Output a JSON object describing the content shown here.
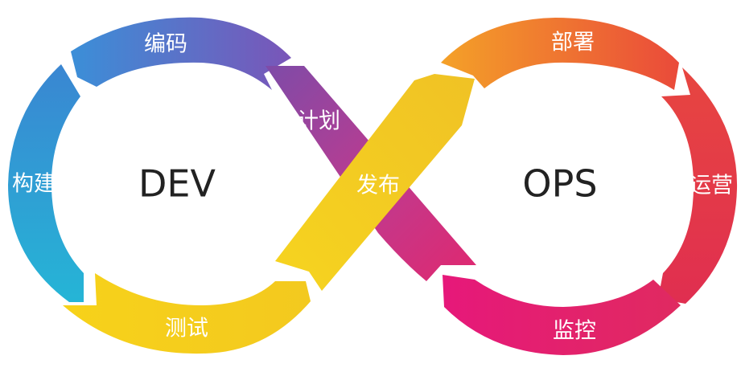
{
  "diagram": {
    "left_loop": "DEV",
    "right_loop": "OPS",
    "stages": {
      "plan": "计划",
      "code": "编码",
      "build": "构建",
      "test": "测试",
      "release": "发布",
      "deploy": "部署",
      "operate": "运营",
      "monitor": "监控"
    },
    "colors": {
      "plan": "#8a3fa6",
      "code": "#4a7fd4",
      "build": "#2f8fd0",
      "test": "#f5d21c",
      "release": "#f3cc22",
      "deploy": "#f07a2a",
      "operate": "#e43a4b",
      "monitor": "#e3226e"
    }
  }
}
